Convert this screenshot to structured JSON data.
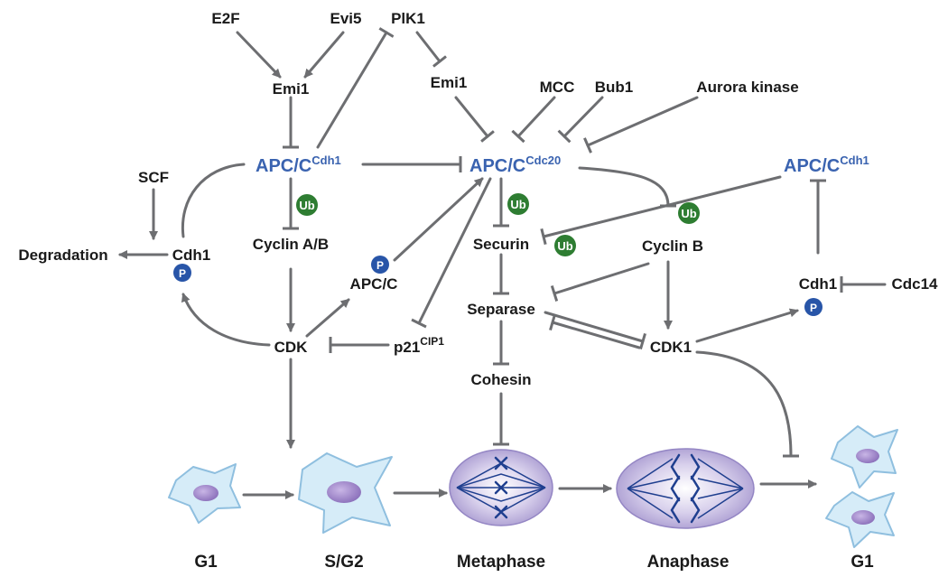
{
  "colors": {
    "edge": "#6d6e71",
    "apc_text": "#3a63b0",
    "ub_badge": "#2e7d32",
    "p_badge": "#2855a8",
    "cell_fill": "#d6ecf8",
    "cell_stroke": "#8fbfdf",
    "nucleus": "#9b7fc1",
    "spindle_fill": "#a89ad0",
    "chromosome": "#1f3f8f"
  },
  "nodes": {
    "e2f": "E2F",
    "evi5": "Evi5",
    "plk1": "PlK1",
    "emi1_left": "Emi1",
    "emi1_mid": "Emi1",
    "mcc": "MCC",
    "bub1": "Bub1",
    "aurora": "Aurora kinase",
    "apc_left": {
      "base": "APC/C",
      "sup": "Cdh1"
    },
    "apc_mid": {
      "base": "APC/C",
      "sup": "Cdc20"
    },
    "apc_right": {
      "base": "APC/C",
      "sup": "Cdh1"
    },
    "scf": "SCF",
    "degradation": "Degradation",
    "cdh1_left": "Cdh1",
    "cyclin_ab": "Cyclin A/B",
    "apcc_p": "APC/C",
    "securin": "Securin",
    "cyclin_b": "Cyclin B",
    "cdh1_right": "Cdh1",
    "cdc14": "Cdc14",
    "separase": "Separase",
    "cdk": "CDK",
    "p21": {
      "base": "p21",
      "sup": "CIP1"
    },
    "cdk1": "CDK1",
    "cohesin": "Cohesin"
  },
  "badges": {
    "ub": "Ub",
    "p": "P"
  },
  "stages": [
    "G1",
    "S/G2",
    "Metaphase",
    "Anaphase",
    "G1"
  ]
}
